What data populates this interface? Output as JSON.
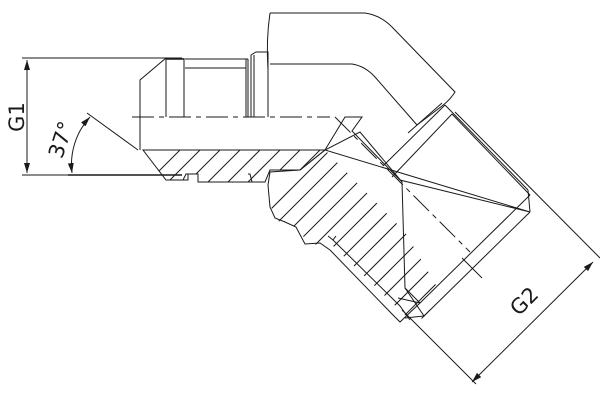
{
  "drawing": {
    "type": "technical-section-drawing",
    "subject": "45-degree elbow fitting with 37-degree flare",
    "colors": {
      "line": "#1a1a1a",
      "background": "#ffffff"
    },
    "dimensions": {
      "g1": {
        "label": "G1",
        "orientation": "vertical"
      },
      "angle": {
        "label": "37°"
      },
      "g2": {
        "label": "G2",
        "orientation": "diagonal"
      }
    }
  }
}
